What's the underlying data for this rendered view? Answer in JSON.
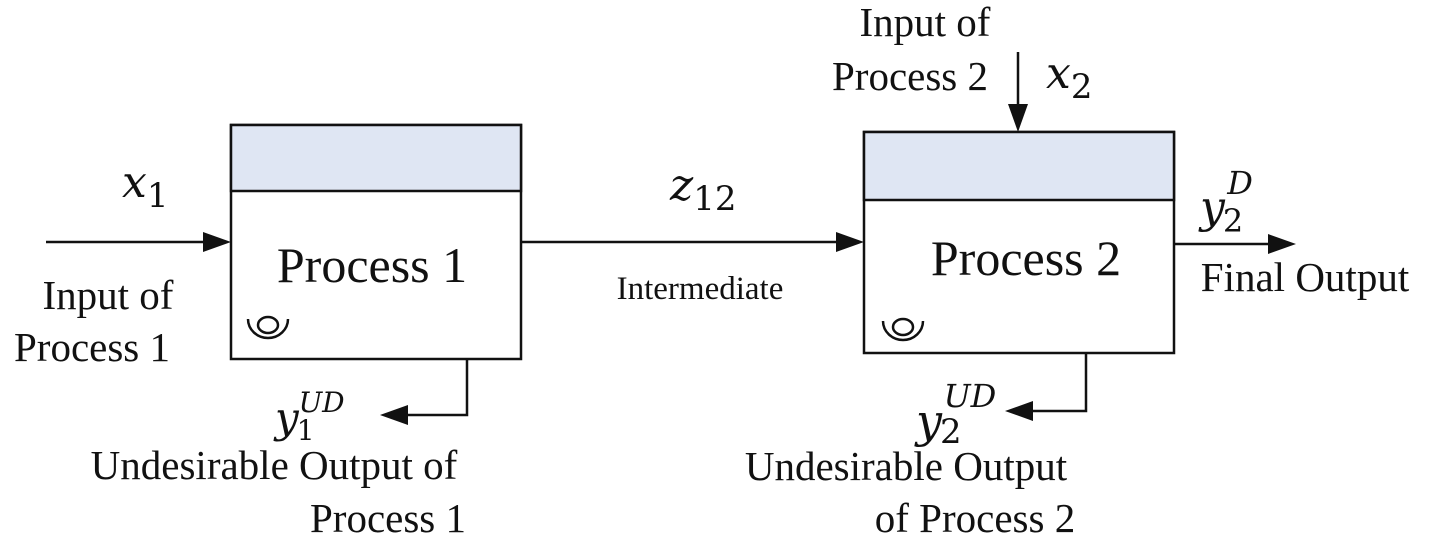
{
  "colors": {
    "header_fill": "#dfe6f3",
    "stroke": "#111111"
  },
  "process1": {
    "title": "Process 1",
    "icon": "cup-icon",
    "input": {
      "symbol": "x",
      "subscript": "1",
      "label_line1": "Input of",
      "label_line2": "Process 1"
    },
    "undesirable": {
      "symbol": "y",
      "subscript": "1",
      "superscript": "UD",
      "label_line1": "Undesirable Output of",
      "label_line2": "Process 1"
    }
  },
  "intermediate": {
    "symbol": "z",
    "subscript": "12",
    "label": "Intermediate"
  },
  "process2": {
    "title": "Process 2",
    "icon": "cup-icon",
    "input": {
      "symbol": "x",
      "subscript": "2",
      "label_line1": "Input of",
      "label_line2": "Process 2"
    },
    "final": {
      "symbol": "y",
      "subscript": "2",
      "superscript": "D",
      "label": "Final Output"
    },
    "undesirable": {
      "symbol": "y",
      "subscript": "2",
      "superscript": "UD",
      "label_line1": "Undesirable Output",
      "label_line2": "of Process 2"
    }
  }
}
